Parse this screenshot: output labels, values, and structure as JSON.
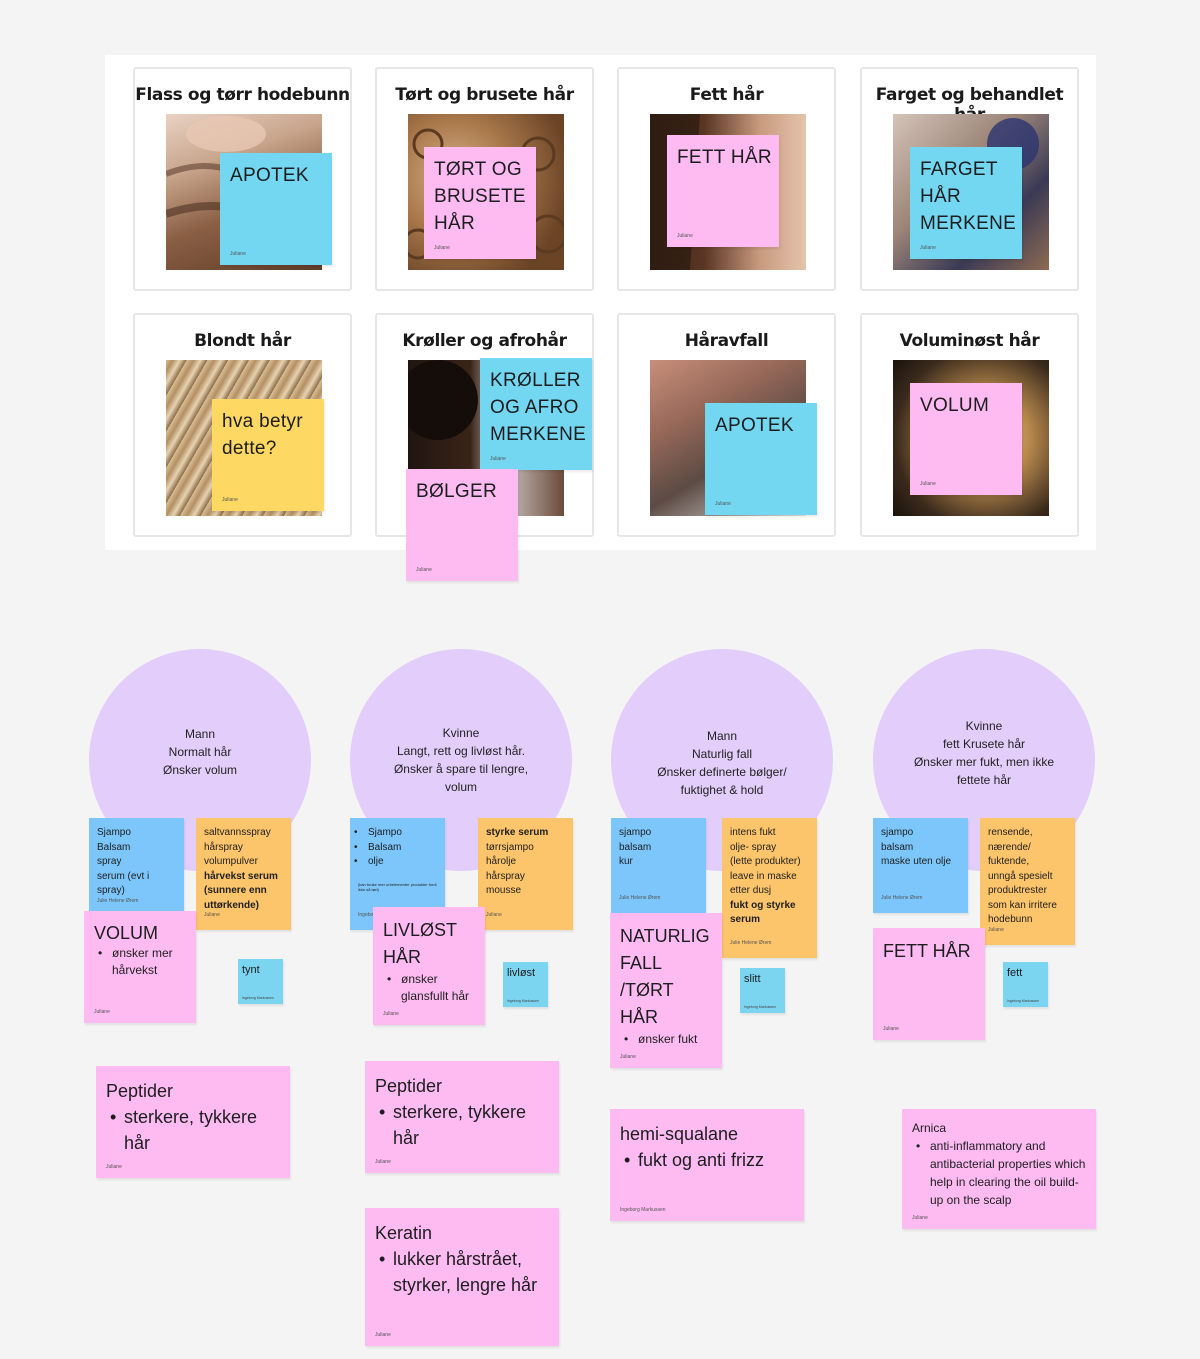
{
  "board": {
    "cards": [
      {
        "title": "Flass og tørr hodebunn",
        "note": "APOTEK",
        "author": "Juliane"
      },
      {
        "title": "Tørt og brusete hår",
        "note": "TØRT OG BRUSETE HÅR",
        "author": "Juliane"
      },
      {
        "title": "Fett hår",
        "note": "FETT HÅR",
        "author": "Juliane"
      },
      {
        "title": "Farget og behandlet hår",
        "note": "FARGET HÅR MERKENE",
        "author": "Juliane"
      },
      {
        "title": "Blondt hår",
        "note": "hva betyr dette?",
        "author": "Juliane"
      },
      {
        "title": "Krøller og afrohår",
        "note": "KRØLLER OG AFRO MERKENE",
        "author": "Juliane"
      },
      {
        "title": "Håravfall",
        "note": "APOTEK",
        "author": "Juliane"
      },
      {
        "title": "Voluminøst hår",
        "note": "VOLUM",
        "author": "Juliane"
      }
    ],
    "extra_note": {
      "text": "BØLGER",
      "author": "Juliane"
    }
  },
  "personas": [
    {
      "lines": [
        "Mann",
        "Normalt hår",
        "Ønsker volum"
      ],
      "blue_note": {
        "items": [
          "Sjampo",
          "Balsam",
          "spray",
          "serum (evt i spray)"
        ],
        "author": "Julie Helene Ørem"
      },
      "orange_note": {
        "items": [
          "saltvannsspray",
          "hårspray",
          "volumpulver"
        ],
        "bold": "hårvekst serum (sunnere enn uttørkende)",
        "author": "Juliane"
      },
      "pink_note": {
        "title": "VOLUM",
        "bullet": "ønsker mer hårvekst",
        "author": "Juliane"
      },
      "tag": {
        "text": "tynt",
        "author": "Ingeborg Markussen"
      },
      "ingredient": {
        "title": "Peptider",
        "bullet": "sterkere, tykkere hår",
        "author": "Juliane"
      }
    },
    {
      "lines": [
        "Kvinne",
        "Langt, rett og livløst hår.",
        "Ønsker å spare til lengre, volum"
      ],
      "blue_note": {
        "items": [
          "Sjampo",
          "Balsam",
          "olje"
        ],
        "footnote": "(kan bruke mer urbelementer produkter fordi ikke så tørt)",
        "author": "Ingeborg Markussen"
      },
      "orange_note": {
        "bold": "styrke serum",
        "items": [
          "tørrsjampo",
          "hårolje",
          "hårspray",
          "mousse"
        ],
        "author": "Juliane"
      },
      "pink_note": {
        "title": "LIVLØST HÅR",
        "bullet": "ønsker glansfullt hår",
        "author": "Juliane"
      },
      "tag": {
        "text": "livløst",
        "author": "Ingeborg Markussen"
      },
      "ingredient": {
        "title": "Peptider",
        "bullet": "sterkere, tykkere hår",
        "author": "Juliane"
      },
      "ingredient2": {
        "title": "Keratin",
        "bullet": "lukker hårstrået, styrker, lengre hår",
        "author": "Juliane"
      }
    },
    {
      "lines": [
        "Mann",
        "Naturlig fall",
        "Ønsker definerte bølger/ fuktighet & hold"
      ],
      "blue_note": {
        "items": [
          "sjampo",
          "balsam",
          "kur"
        ],
        "author": "Julie Helene Ørem"
      },
      "orange_note": {
        "items": [
          "intens fukt",
          "olje- spray",
          "(lette produkter)",
          "leave in maske",
          "etter dusj"
        ],
        "bold": "fukt og styrke serum",
        "author": "Julie Helene Ørem"
      },
      "pink_note": {
        "title": "NATURLIG FALL /TØRT HÅR",
        "bullet": "ønsker fukt",
        "author": "Juliane"
      },
      "tag": {
        "text": "slitt",
        "author": "Ingeborg Markussen"
      },
      "ingredient": {
        "title": "hemi-squalane",
        "bullet": "fukt og anti frizz",
        "author": "Ingeborg Markussen"
      }
    },
    {
      "lines": [
        "Kvinne",
        "fett Krusete hår",
        "Ønsker mer fukt, men ikke fettete hår"
      ],
      "blue_note": {
        "items": [
          "sjampo",
          "balsam",
          "maske uten olje"
        ],
        "author": "Julie Helene Ørem"
      },
      "orange_note": {
        "items": [
          "rensende,",
          "nærende/",
          "fuktende,",
          "unngå spesielt",
          "produktrester",
          "som kan irritere",
          "hodebunn"
        ],
        "author": "Juliane"
      },
      "pink_note": {
        "title": "FETT HÅR",
        "author": "Juliane"
      },
      "tag": {
        "text": "fett",
        "author": "Ingeborg Markussen"
      },
      "ingredient": {
        "title": "Arnica",
        "bullet": "anti-inflammatory and antibacterial properties which help in clearing the oil build-up on the scalp",
        "author": "Juliane"
      }
    }
  ],
  "colors": {
    "pink": "#fdbbf2",
    "cyan": "#73d7f1",
    "yellow": "#fdd862",
    "blue": "#7cc6fb",
    "orange": "#fdc56b",
    "lavender": "#e3cdfb"
  }
}
